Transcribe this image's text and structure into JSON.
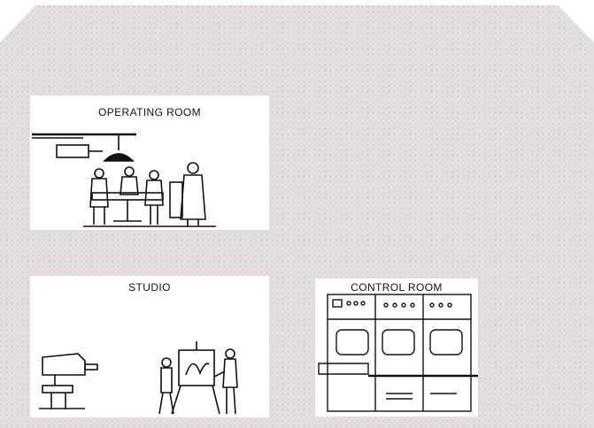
{
  "background": {
    "color": "#e4dcdc",
    "texture": "halftone-gray"
  },
  "panels": {
    "operating_room": {
      "title": "OPERATING ROOM",
      "icon": "surgeons-at-operating-table-icon"
    },
    "studio": {
      "title": "STUDIO",
      "icon": "tv-camera-and-presenter-icon"
    },
    "control_room": {
      "title": "CONTROL ROOM",
      "icon": "monitor-console-icon"
    }
  }
}
